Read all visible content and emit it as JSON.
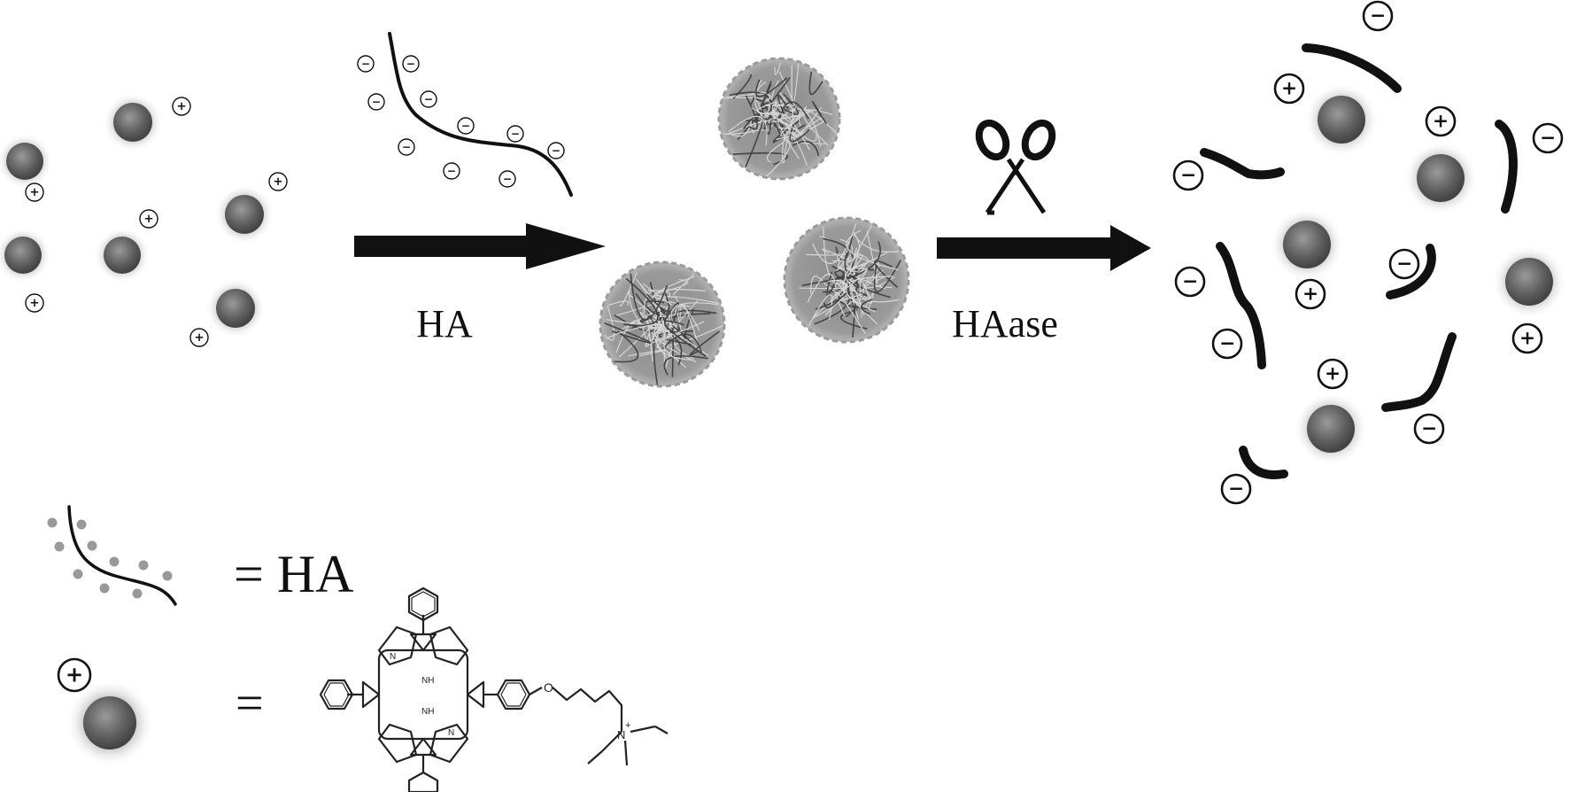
{
  "labels": {
    "step1": "HA",
    "step2": "HAase",
    "legend_ha": "= HA",
    "legend_particle": "="
  },
  "charges": {
    "positive": "+",
    "negative": "−"
  },
  "structure": {
    "nh_top": "N",
    "nh_mid": "NH",
    "nh_bot": "NH",
    "n_low": "N",
    "quat_n": "N",
    "quat_plus": "+"
  },
  "colors": {
    "particle_center": "#8e8e8e",
    "particle_edge": "#4a4a4a",
    "ink": "#111111",
    "mesh": "#6e6e6e"
  },
  "icons": {
    "scissors": "scissors-icon",
    "arrow": "arrow-right-icon"
  }
}
